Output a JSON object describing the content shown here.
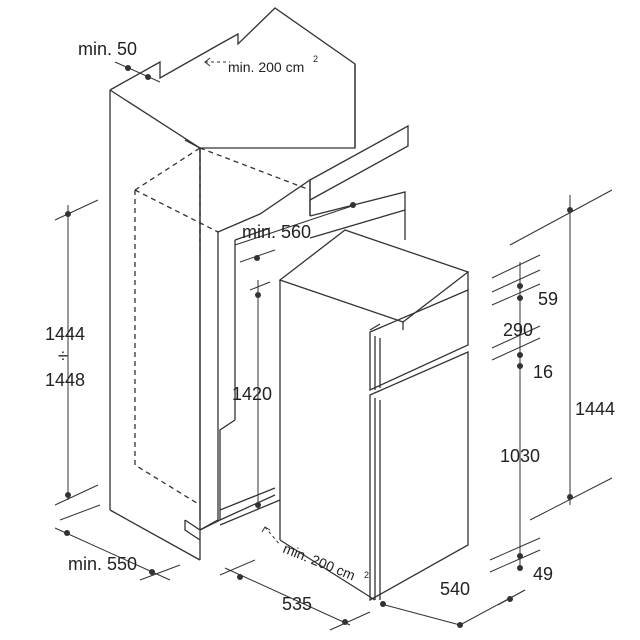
{
  "niche": {
    "min_top_gap": "min. 50",
    "vent_top_value": "min. 200 cm",
    "vent_top_sup": "2",
    "min_width": "min. 560",
    "height_min": "1444",
    "height_sep": "÷",
    "height_max": "1448",
    "door_height": "1420",
    "min_depth": "min. 550",
    "vent_bottom_value": "min. 200 cm",
    "vent_bottom_sup": "2"
  },
  "appliance": {
    "dim_top_gap": "59",
    "dim_freezer_door": "290",
    "dim_door_gap": "16",
    "dim_total_height": "1444",
    "dim_fridge_door": "1030",
    "dim_bottom_gap": "49",
    "dim_width": "535",
    "dim_depth": "540"
  }
}
